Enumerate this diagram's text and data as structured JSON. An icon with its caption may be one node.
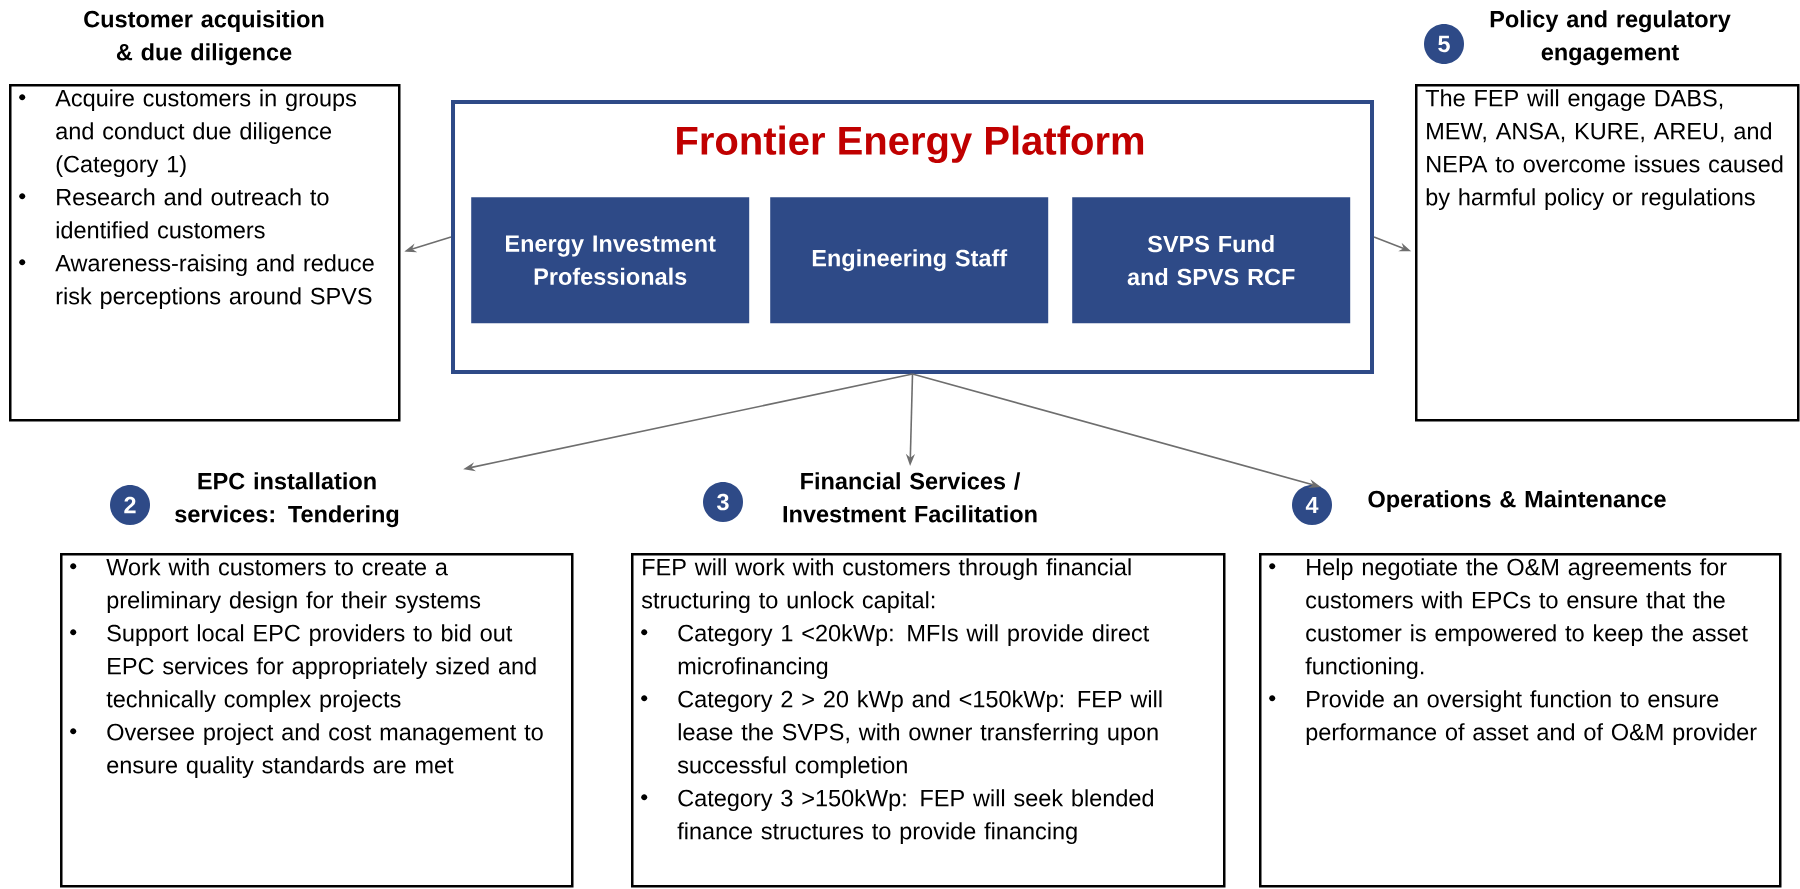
{
  "diagram": {
    "nodes": [
      {
        "text": [
          "Customer acquisition & due diligence",
          "Acquire customers in groups and conduct due diligence (Category 1)",
          "Research and outreach to identified customers",
          "Awareness-raising and reduce risk perceptions around SPVS"
        ]
      },
      {
        "text": [
          "Frontier Energy Platform"
        ]
      },
      {
        "text": [
          "Energy Investment Professionals"
        ],
        "in": 1
      },
      {
        "text": [
          "Engineering Staff"
        ],
        "in": 1
      },
      {
        "text": [
          "SVPS Fund and SPVS RCF"
        ],
        "in": 1
      },
      {
        "text": [
          "Policy and regulatory engagement",
          "The FEP will engage DABS, MEW, ANSA, KURE, AREU, and NEPA to overcome issues caused by harmful policy or regulations"
        ],
        "beside": [
          "5"
        ]
      },
      {
        "text": [
          "EPC installation services: Tendering",
          "Work with customers to create a preliminary design for their systems",
          "Support local EPC providers to bid out EPC services for appropriately sized and technically complex projects",
          "Oversee project and cost management to ensure quality standards are met"
        ],
        "beside": [
          "2"
        ]
      },
      {
        "text": [
          "Financial Services / Investment Facilitation",
          "FEP will work with customers through financial structuring to unlock capital:",
          "Category 1 <20kWp: MFIs will provide direct microfinancing",
          "Category 2 > 20 kWp and <150kWp: FEP will lease the SVPS, with owner transferring upon successful completion",
          "Category 3 >150kWp: FEP will seek blended finance structures to provide financing"
        ],
        "beside": [
          "3"
        ]
      },
      {
        "text": [
          "Operations & Maintenance",
          "Help negotiate the O&M agreements for customers with EPCs to ensure that the customer is empowered to keep the asset functioning.",
          "Provide an oversight function to ensure performance of asset and of O&M provider"
        ],
        "beside": [
          "4"
        ]
      }
    ],
    "edges": [
      {
        "from": 1,
        "to": 0,
        "arrow": "to"
      },
      {
        "from": 1,
        "to": 5,
        "arrow": "to"
      },
      {
        "from": 1,
        "to": 6,
        "arrow": "to"
      },
      {
        "from": 1,
        "to": 7,
        "arrow": "to"
      },
      {
        "from": 1,
        "to": 8,
        "arrow": "to"
      }
    ]
  }
}
